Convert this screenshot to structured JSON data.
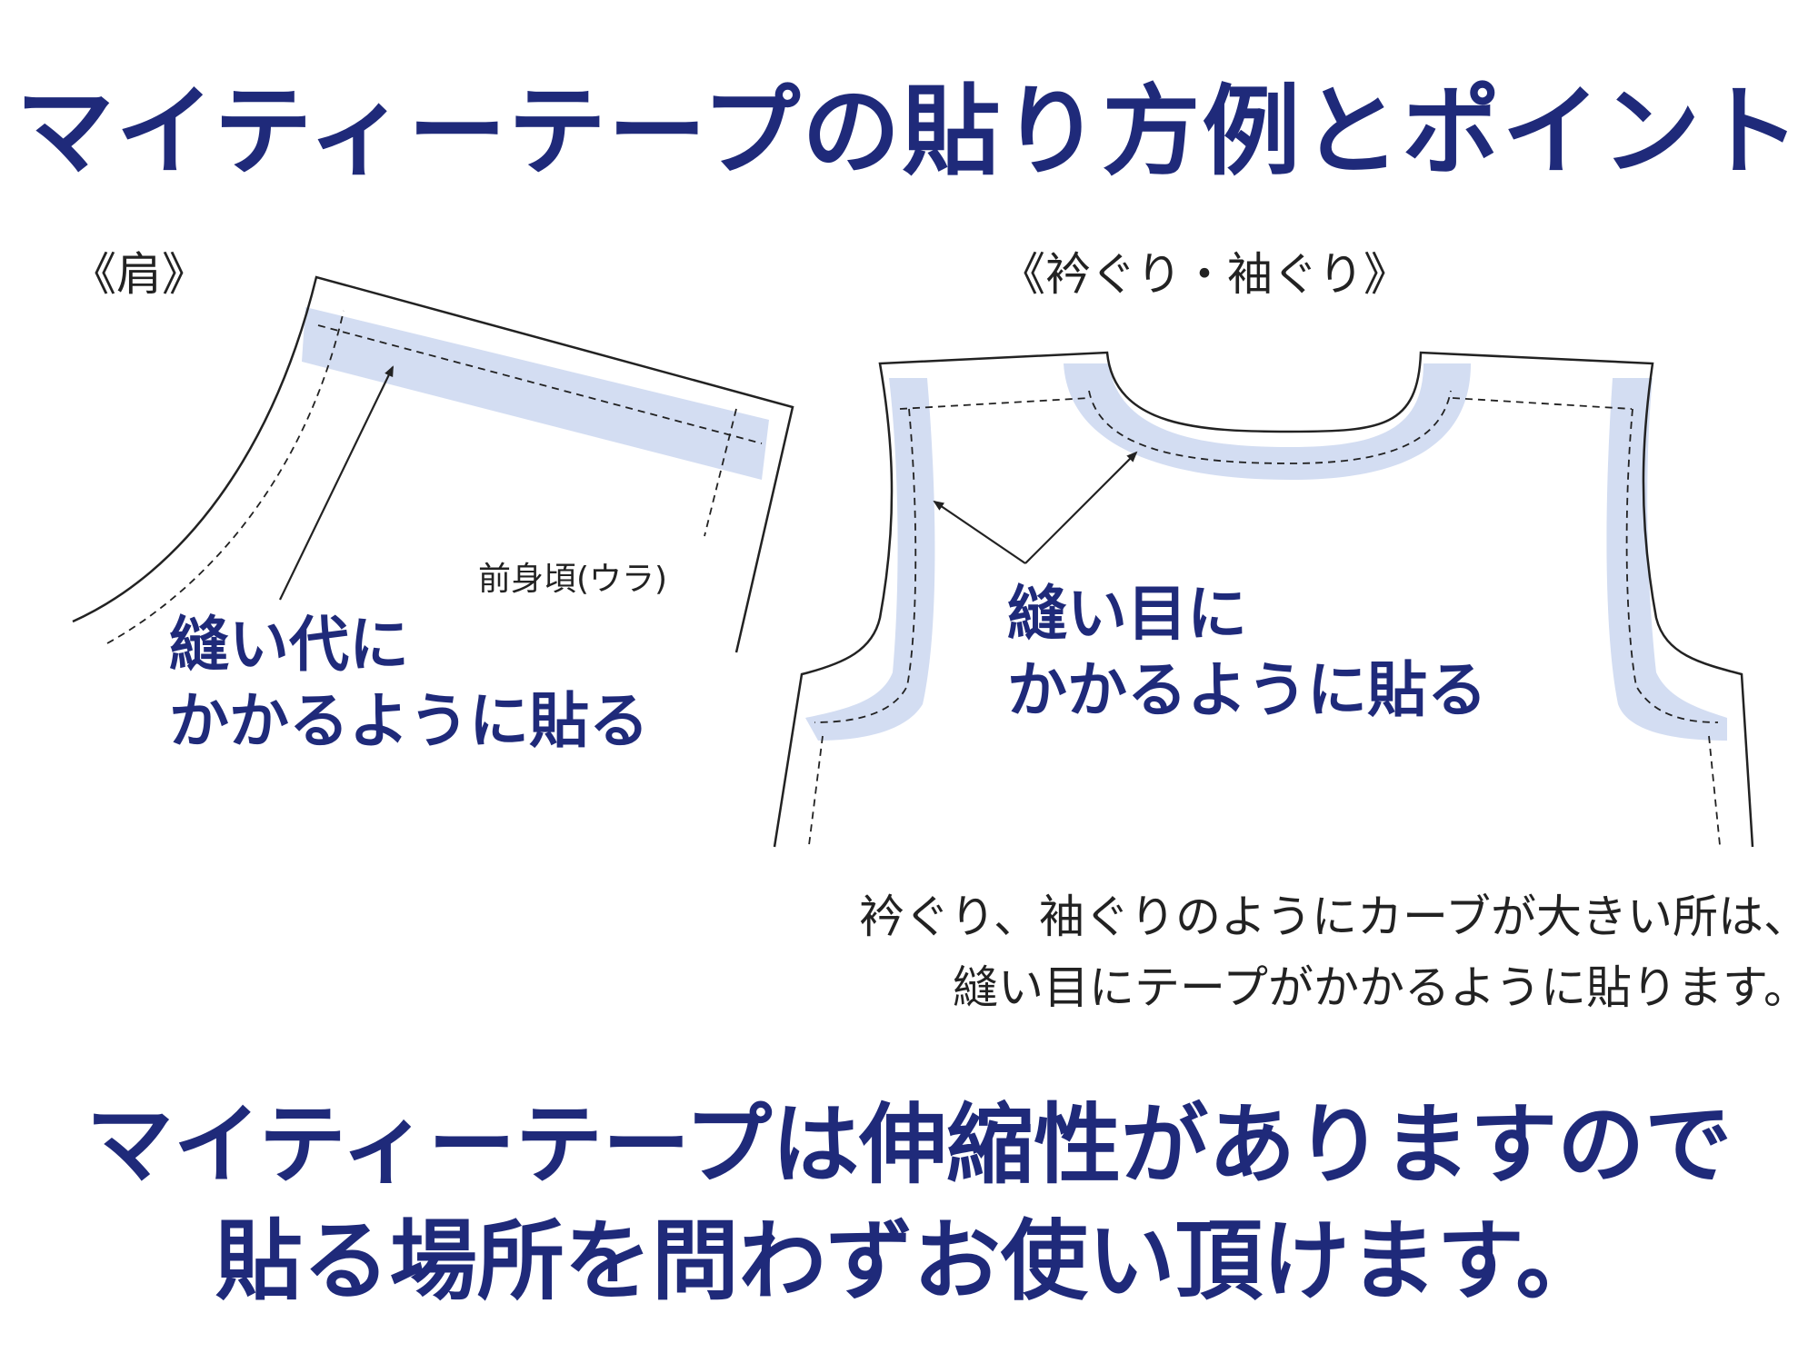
{
  "title": "マイティーテープの貼り方例とポイント",
  "colors": {
    "heading": "#1f2a7a",
    "tape": "#d3ddf2",
    "outline": "#222222"
  },
  "shoulder": {
    "label": "《肩》",
    "piece_label": "前身頃(ウラ)",
    "callout_lines": [
      "縫い代に",
      "かかるように貼る"
    ]
  },
  "neck_armhole": {
    "label": "《衿ぐり・袖ぐり》",
    "callout_lines": [
      "縫い目に",
      "かかるように貼る"
    ],
    "note_lines": [
      "衿ぐり、袖ぐりのようにカーブが大きい所は、",
      "縫い目にテープがかかるように貼ります。"
    ]
  },
  "bottom_message_lines": [
    "マイティーテープは伸縮性がありますので",
    "貼る場所を問わずお使い頂けます。"
  ]
}
